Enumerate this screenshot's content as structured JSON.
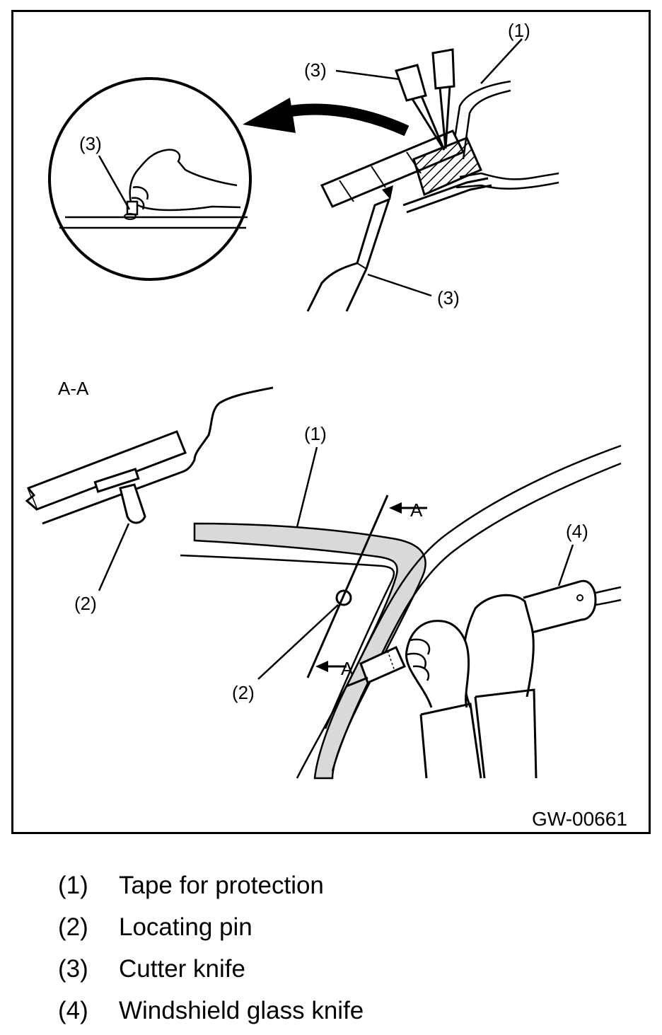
{
  "figure": {
    "code": "GW-00661",
    "section_label": "A-A",
    "callouts": {
      "c1": "(1)",
      "c2": "(2)",
      "c3": "(3)",
      "c4": "(4)",
      "arrow_a": "A"
    }
  },
  "legend": [
    {
      "num": "(1)",
      "text": "Tape for protection"
    },
    {
      "num": "(2)",
      "text": "Locating pin"
    },
    {
      "num": "(3)",
      "text": "Cutter knife"
    },
    {
      "num": "(4)",
      "text": "Windshield glass knife"
    }
  ],
  "colors": {
    "line": "#000000",
    "tape_fill": "#d9d9d9",
    "background": "#ffffff"
  }
}
